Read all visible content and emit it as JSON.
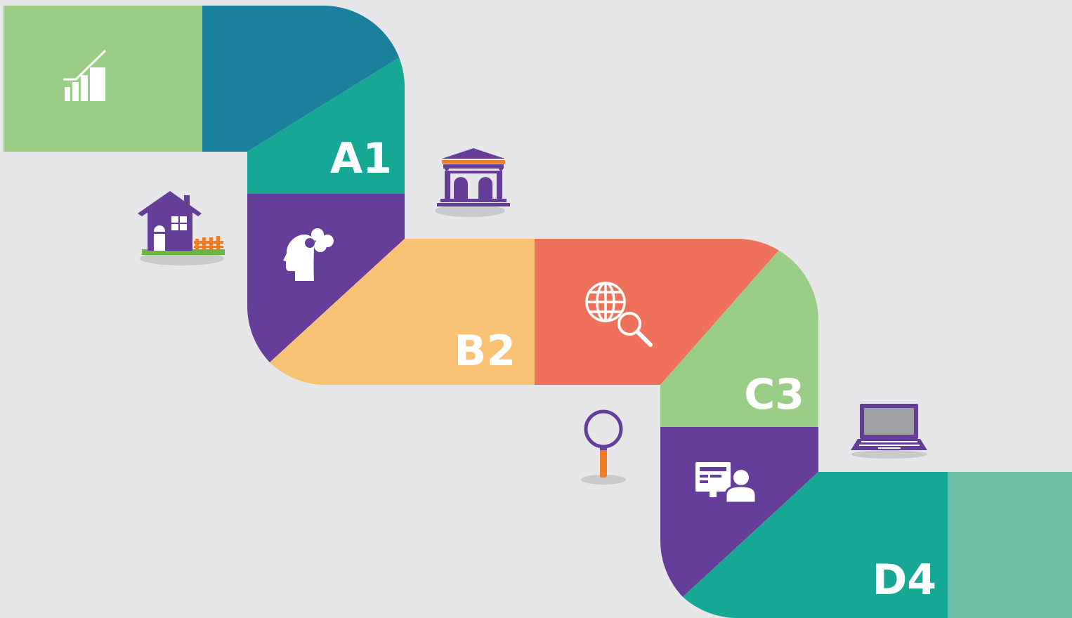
{
  "steps": [
    {
      "id": "a1",
      "label": "A1",
      "icon": "thinking-head-icon"
    },
    {
      "id": "b2",
      "label": "B2",
      "icon": "globe-search-icon"
    },
    {
      "id": "c3",
      "label": "C3",
      "icon": "monitor-user-icon"
    },
    {
      "id": "d4",
      "label": "D4",
      "icon": "none"
    }
  ],
  "icons": {
    "start": "bar-chart-growth-icon",
    "house": "house-icon",
    "bank": "bank-building-icon",
    "magnifier": "magnifier-icon",
    "laptop": "laptop-icon"
  },
  "colors": {
    "background": "#e7e7ea",
    "light_green": "#9acd86",
    "steel_blue": "#1b7f9e",
    "teal": "#17a895",
    "purple": "#653e9a",
    "peach": "#f9c174",
    "coral": "#f0715b",
    "mint": "#6abfa5",
    "white": "#ffffff",
    "orange": "#ee7d2b",
    "shadow": "#c9cacc",
    "grass": "#6db545"
  }
}
